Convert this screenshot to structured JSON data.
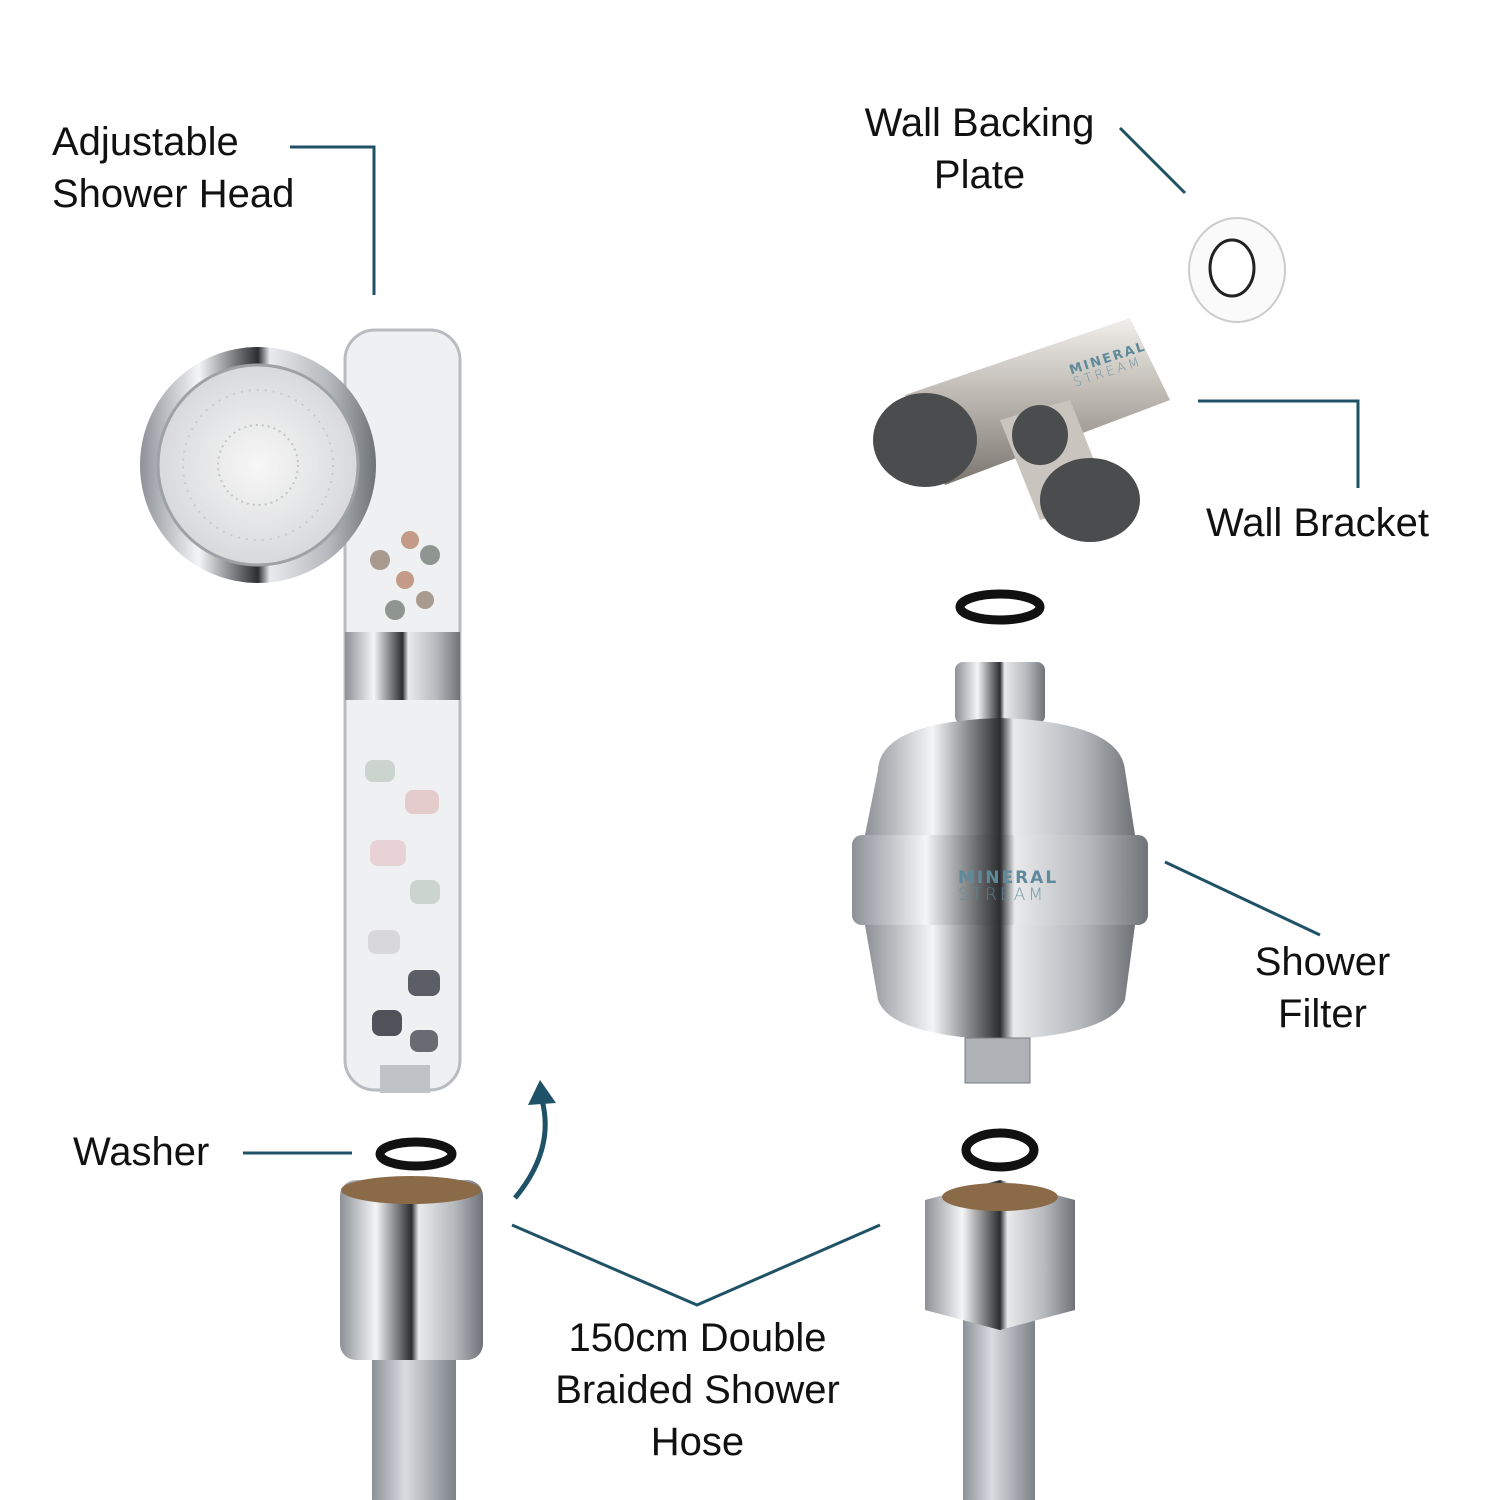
{
  "labels": {
    "shower_head": [
      "Adjustable",
      "Shower Head"
    ],
    "backing_plate": [
      "Wall Backing",
      "Plate"
    ],
    "wall_bracket": "Wall Bracket",
    "shower_filter": [
      "Shower",
      "Filter"
    ],
    "washer": "Washer",
    "hose": [
      "150cm Double",
      "Braided Shower",
      "Hose"
    ]
  },
  "brand": {
    "line1": "MINERAL",
    "line2": "STREAM"
  },
  "colors": {
    "leader": "#1f5266",
    "chrome": "#c9ccd0",
    "washer": "#111111"
  }
}
